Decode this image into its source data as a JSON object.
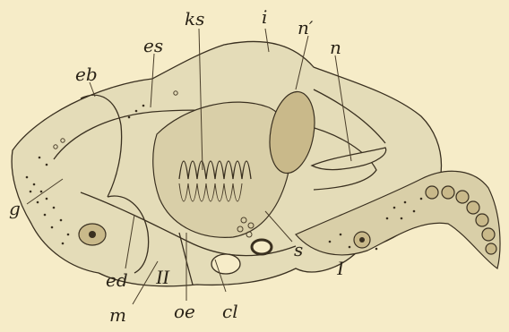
{
  "labels": {
    "ks": "ks",
    "i": "i",
    "n_prime": "n′",
    "n": "n",
    "es": "es",
    "eb": "eb",
    "g": "g",
    "s": "s",
    "I": "I",
    "II": "II",
    "ed": "ed",
    "m": "m",
    "oe": "oe",
    "cl": "cl"
  },
  "colors": {
    "background": "#f6ecc8",
    "ink": "#2b2418",
    "tissue": "#e4dcb8"
  }
}
